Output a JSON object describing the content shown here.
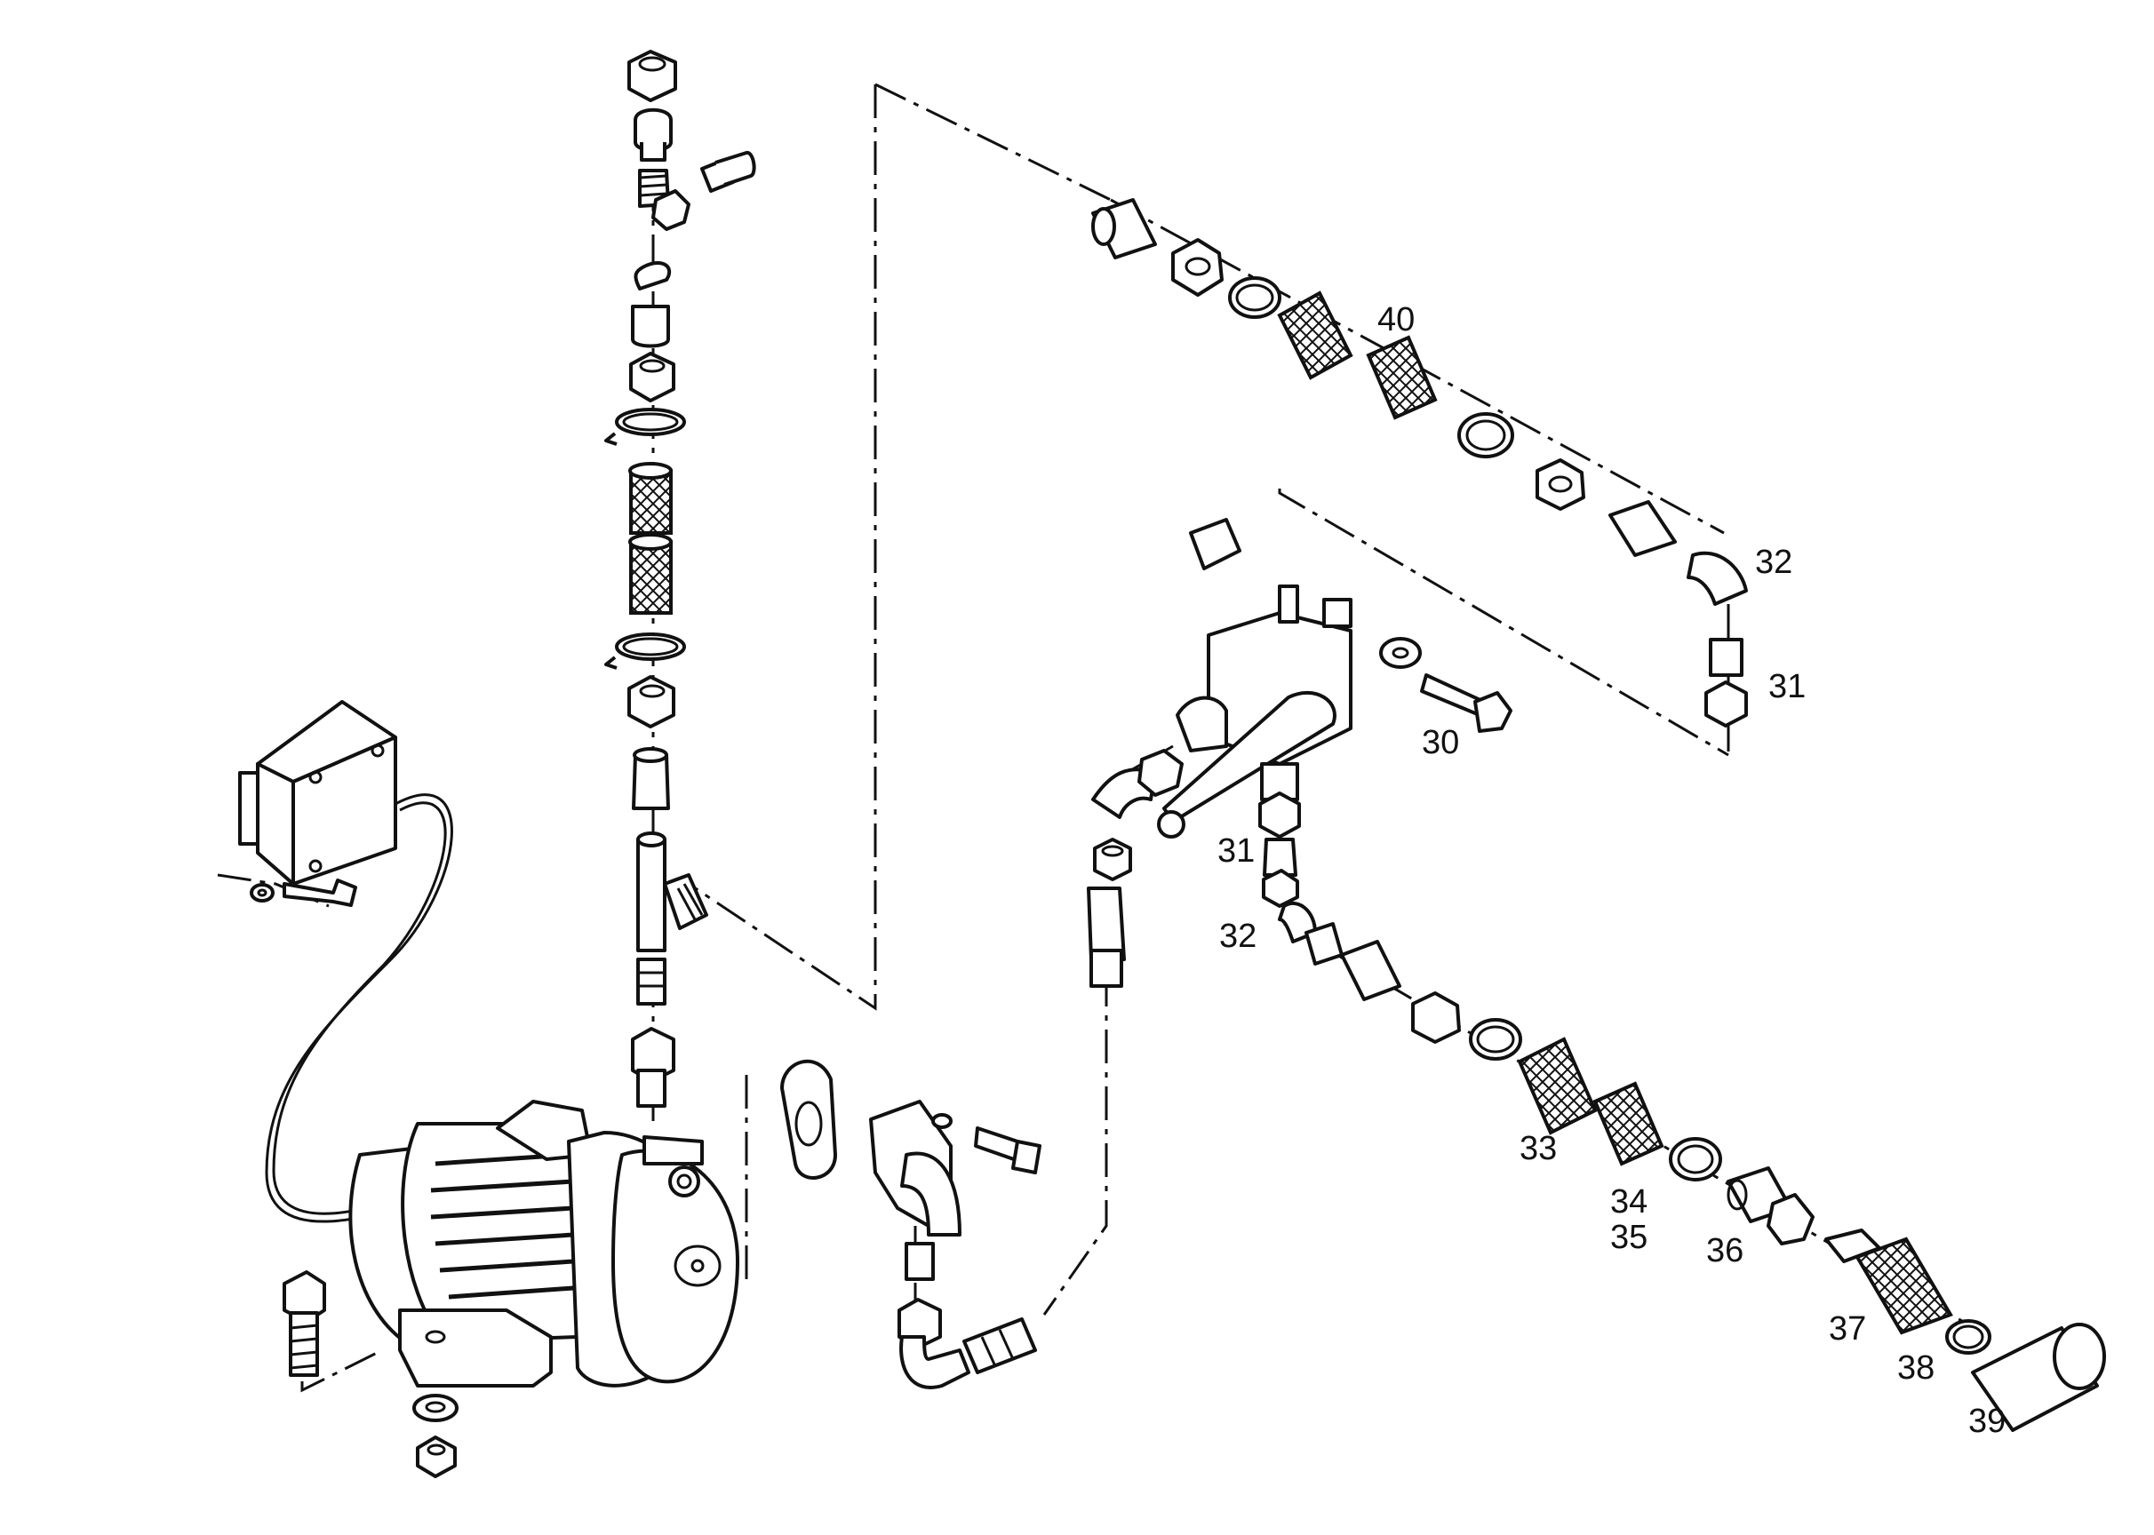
{
  "callouts": [
    {
      "id": "c40",
      "text": "40"
    },
    {
      "id": "c32a",
      "text": "32"
    },
    {
      "id": "c31a",
      "text": "31"
    },
    {
      "id": "c30",
      "text": "30"
    },
    {
      "id": "c31b",
      "text": "31"
    },
    {
      "id": "c32b",
      "text": "32"
    },
    {
      "id": "c33",
      "text": "33"
    },
    {
      "id": "c34",
      "text": "34"
    },
    {
      "id": "c35",
      "text": "35"
    },
    {
      "id": "c36",
      "text": "36"
    },
    {
      "id": "c37",
      "text": "37"
    },
    {
      "id": "c38",
      "text": "38"
    },
    {
      "id": "c39",
      "text": "39"
    }
  ]
}
